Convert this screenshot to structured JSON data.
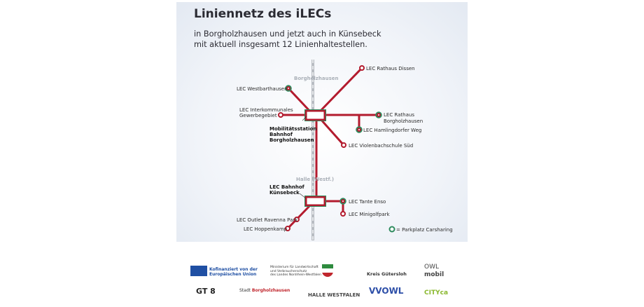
{
  "header": {
    "title": "Liniennetz des iLECs",
    "subtitle_line1": "in Borgholzhausen und jetzt auch in Künsebeck",
    "subtitle_line2": "mit aktuell insgesamt 12 Linienhaltestellen."
  },
  "colors": {
    "line": "#b31b2e",
    "carsharing": "#2e8b5e",
    "rail": "#b8bcc2"
  },
  "towns": {
    "north": "Borgholzhausen",
    "south": "Halle (Westf.)"
  },
  "hubs": {
    "north": [
      "Mobilitätsstation",
      "Bahnhof",
      "Borgholzhausen"
    ],
    "south": [
      "LEC Bahnhof",
      "Künsebeck"
    ]
  },
  "stations": {
    "dissen": "LEC Rathaus Dissen",
    "westbarthausen": "LEC Westbarthausen",
    "interkommunal": [
      "LEC Interkommunales",
      "Gewerbegebiet"
    ],
    "rathaus_bgh": [
      "LEC Rathaus",
      "Borgholzhausen"
    ],
    "hamlingdorf": "LEC Hamlingdorfer Weg",
    "violenbach": "LEC Violenbachschule Süd",
    "tante_enso": "LEC Tante Enso",
    "minigolf": "LEC Minigolfpark",
    "outlet": "LEC Outlet Ravenna Park",
    "hoppenkamp": "LEC Hoppenkamp"
  },
  "legend": {
    "carsharing": "= Parkplatz Carsharing"
  },
  "logos": {
    "eu": [
      "Kofinanziert von der",
      "Europäischen Union"
    ],
    "ministry": [
      "Ministerium für Landwirtschaft",
      "und Verbraucherschutz",
      "des Landes Nordrhein-Westfalen"
    ],
    "kreis": "Kreis Gütersloh",
    "owl": [
      "OWL",
      "mobil"
    ],
    "gt8": "GT 8",
    "stadt": [
      "Stadt",
      "Borgholzhausen"
    ],
    "halle": "HALLE WESTFALEN",
    "vvowl": "VVOWL",
    "cityca": "CITYca"
  }
}
